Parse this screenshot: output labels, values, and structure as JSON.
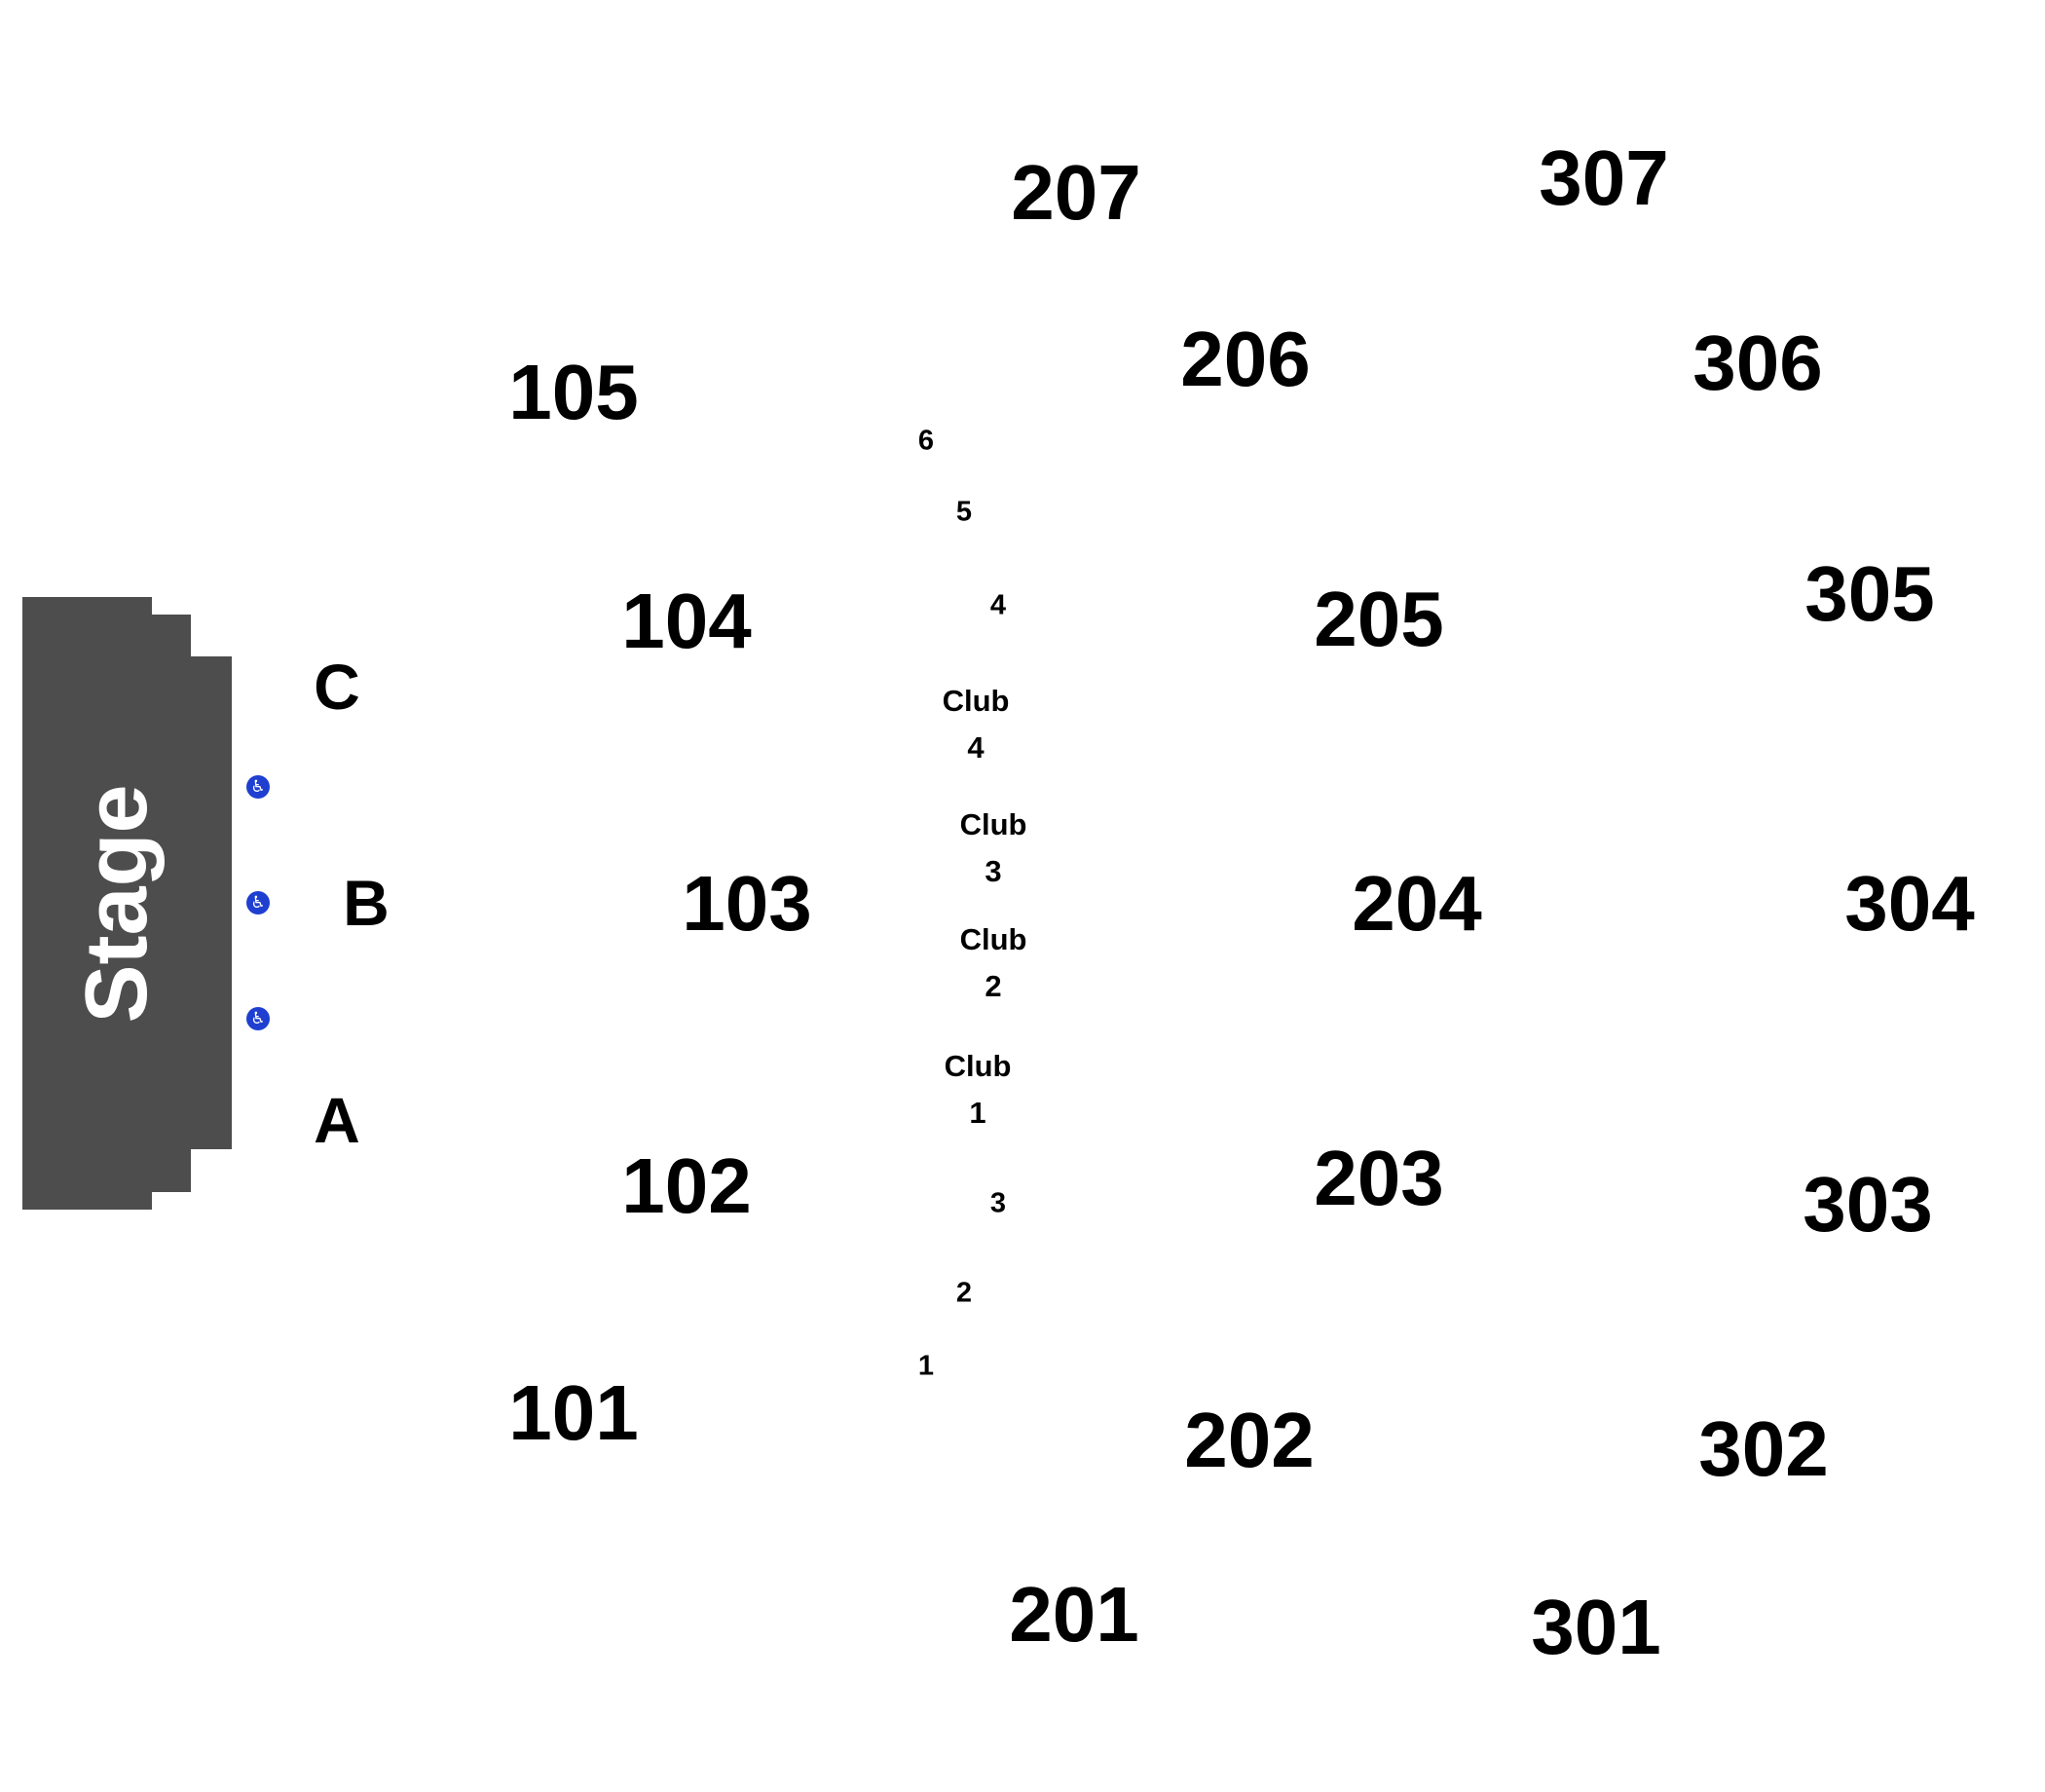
{
  "stage": {
    "label": "Stage",
    "color": "#4d4d4d",
    "text_color": "#ffffff"
  },
  "aisles": {
    "a": "A",
    "b": "B",
    "c": "C"
  },
  "sections": {
    "s101": "101",
    "s102": "102",
    "s103": "103",
    "s104": "104",
    "s105": "105",
    "s201": "201",
    "s202": "202",
    "s203": "203",
    "s204": "204",
    "s205": "205",
    "s206": "206",
    "s207": "207",
    "s301": "301",
    "s302": "302",
    "s303": "303",
    "s304": "304",
    "s305": "305",
    "s306": "306",
    "s307": "307"
  },
  "rows": {
    "upper_6": "6",
    "upper_5": "5",
    "upper_4": "4",
    "lower_3": "3",
    "lower_2": "2",
    "lower_1": "1"
  },
  "club_boxes": {
    "club4": {
      "word": "Club",
      "num": "4"
    },
    "club3": {
      "word": "Club",
      "num": "3"
    },
    "club2": {
      "word": "Club",
      "num": "2"
    },
    "club1": {
      "word": "Club",
      "num": "1"
    }
  },
  "accessibility": {
    "icon": "wheelchair-icon",
    "glyph": "♿",
    "color": "#1f3fd0"
  }
}
